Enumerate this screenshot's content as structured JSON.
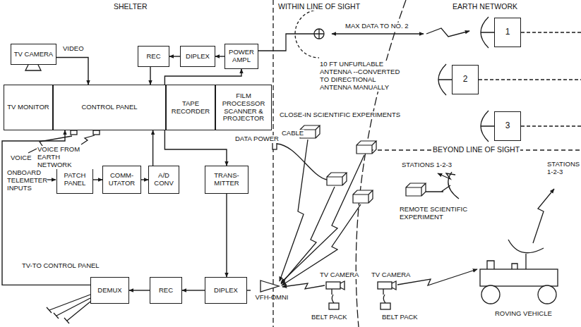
{
  "diagram": {
    "nodes": [
      {
        "text": [
          "TV CAMERA"
        ]
      },
      {
        "text": [
          "REC"
        ]
      },
      {
        "text": [
          "DIPLEX"
        ]
      },
      {
        "text": [
          "POWER AMPL"
        ]
      },
      {
        "text": [
          "TV MONITOR"
        ]
      },
      {
        "text": [
          "CONTROL PANEL"
        ]
      },
      {
        "text": [
          "TAPE RECORDER"
        ]
      },
      {
        "text": [
          "FILM PROCESSOR SCANNER & PROJECTOR"
        ]
      },
      {
        "text": [
          "PATCH PANEL"
        ]
      },
      {
        "text": [
          "COMM- UTATOR"
        ]
      },
      {
        "text": [
          "A/D CONV"
        ]
      },
      {
        "text": [
          "TRANS- MITTER"
        ]
      },
      {
        "text": [
          "DEMUX"
        ]
      },
      {
        "text": [
          "REC"
        ]
      },
      {
        "text": [
          "DIPLEX"
        ]
      },
      {
        "text": [
          "VFH-OMNI"
        ]
      },
      {
        "text": [
          "1"
        ]
      },
      {
        "text": [
          "2"
        ]
      },
      {
        "text": [
          "3"
        ]
      }
    ],
    "edges": [
      {
        "from": 0,
        "to": 5,
        "arrow": "to",
        "label": "VIDEO"
      },
      {
        "from": 3,
        "to": 2,
        "arrow": "to"
      },
      {
        "from": 2,
        "to": 1,
        "arrow": "to"
      },
      {
        "from": 1,
        "to": 5,
        "arrow": "to"
      },
      {
        "from": 5,
        "to": 3,
        "arrow": "to"
      },
      {
        "from": 8,
        "to": 9,
        "arrow": "to"
      },
      {
        "from": 9,
        "to": 10,
        "arrow": "to"
      },
      {
        "from": 10,
        "to": 5,
        "arrow": "to"
      },
      {
        "from": 5,
        "to": 11,
        "arrow": "to"
      },
      {
        "from": 11,
        "to": 14,
        "arrow": "to"
      },
      {
        "from": 14,
        "to": 13,
        "arrow": "to"
      },
      {
        "from": 13,
        "to": 12,
        "arrow": "to"
      },
      {
        "from": 12,
        "to": 5,
        "arrow": "to",
        "label": "TV-TO CONTROL PANEL"
      },
      {
        "from": 14,
        "to": 15,
        "arrow": "none"
      }
    ],
    "labels": [
      "SHELTER",
      "WITHIN LINE OF SIGHT",
      "EARTH NETWORK",
      "MAX DATA TO NO. 2",
      "10 FT UNFURLABLE ANTENNA --CONVERTED TO DIRECTIONAL ANTENNA MANUALLY",
      "CLOSE-IN SCIENTIFIC EXPERIMENTS",
      "DATA POWER",
      "CABLE",
      "VOICE",
      "VOICE FROM EARTH NETWORK",
      "ONBOARD TELEMETER INPUTS",
      "BEYOND LINE OF SIGHT",
      "STATIONS 1-2-3",
      "STATIONS 1-2-3",
      "REMOTE SCIENTIFIC EXPERIMENT",
      "TV CAMERA",
      "BELT PACK",
      "TV CAMERA",
      "BELT PACK",
      "ROVING VEHICLE"
    ]
  }
}
